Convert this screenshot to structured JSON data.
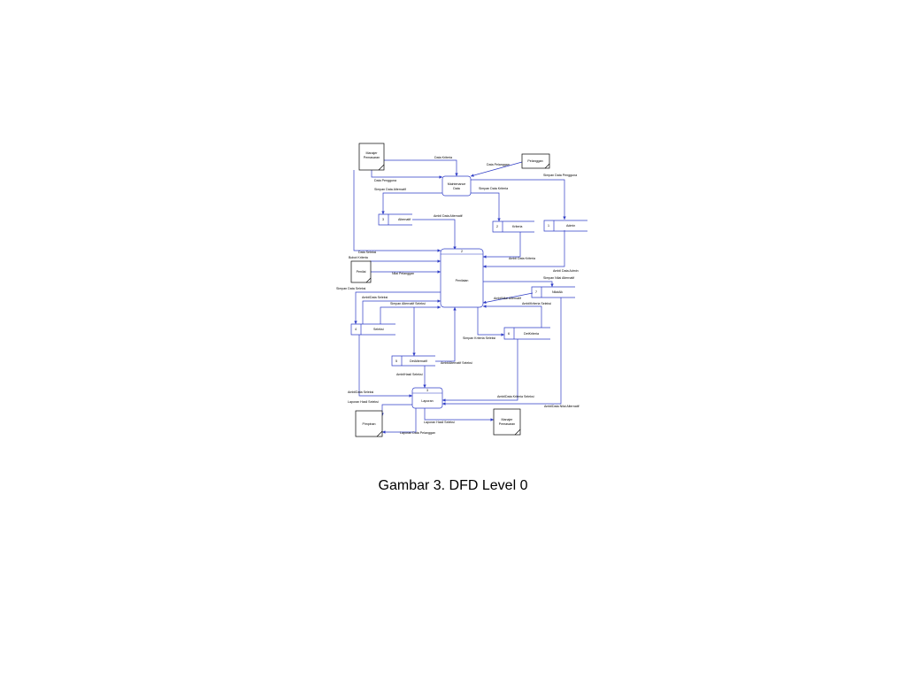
{
  "caption": "Gambar 3.  DFD Level 0",
  "entities": {
    "manajer_top": [
      "Manajer",
      "Pemasaran"
    ],
    "pelanggan": "Pelanggan",
    "penilai": "Penilai",
    "pimpinan": "Pimpinan",
    "manajer_bottom": [
      "Manajer",
      "Pemasaran"
    ]
  },
  "processes": {
    "maintenance": [
      "Maintenance",
      "Data"
    ],
    "penilaian": {
      "number": "2",
      "label": "Penilaian"
    },
    "laporan": {
      "number": "3",
      "label": "Laporan"
    }
  },
  "stores": {
    "alternatif": {
      "number": "3",
      "label": "Alternatif"
    },
    "kriteria": {
      "number": "2",
      "label": "Kriteria"
    },
    "admin": {
      "number": "1",
      "label": "Admin"
    },
    "nilaiaik": {
      "number": "7",
      "label": "NilaiAik"
    },
    "seleksi": {
      "number": "4",
      "label": "Seleksi"
    },
    "detkriteria": {
      "number": "6",
      "label": "DetKriteria"
    },
    "detalternatif": {
      "number": "5",
      "label": "DetAlternatif"
    }
  },
  "flows": {
    "data_kriteria": "Data Kriteria",
    "data_pelanggan": "Data Pelanggan",
    "simpan_data_pengguna": "Simpan Data Pengguna",
    "data_pengguna": "Data Pengguna",
    "simpan_data_alternatif": "Simpan Data Alternatif",
    "simpan_data_kriteria": "Simpan Data Kriteria",
    "ambil_data_alternatif": "Ambil Data Alternatif",
    "data_seleksi": "Data Seleksi",
    "bobot_kriteria": "Bobot Kriteria",
    "ambil_data_kriteria": "Ambil Data Kriteria",
    "nilai_pelanggan": "Nilai Pelanggan",
    "ambil_data_admin": "Ambil Data Admin",
    "simpan_nilai_alternatif": "Simpan Nilai Alternatif",
    "simpan_data_seleksi": "Simpan Data Seleksi",
    "ambil_data_seleksi_1": "AmbilData Seleksi",
    "ambil_nilai_alternatif": "AmbilNilai Alternatif",
    "simpan_alternatif_seleksi": "Simpan Alternatif Seleksi",
    "ambil_kriteria_seleksi": "AmbilKriteria Seleksi",
    "simpan_kriteria_seleksi": "Simpan Kriteria Seleksi",
    "ambil_alternatif_seleksi": "AmbilAlternatif Seleksi",
    "ambil_hasil_seleksi": "AmbilHasil Seleksi",
    "ambil_data_seleksi_2": "AmbilData Seleksi",
    "ambil_data_kriteria_seleksi": "AmbilData Kriteria Seleksi",
    "laporan_hasil_seleksi_1": "Laporan Hasil Seleksi",
    "ambil_data_nilai_alternatif": "AmbilData Nilai Alternatif",
    "laporan_hasil_seleksi_2": "Laporan Hasil Seleksi",
    "laporan_data_pelanggan": "Laporan Data Pelanggan"
  }
}
